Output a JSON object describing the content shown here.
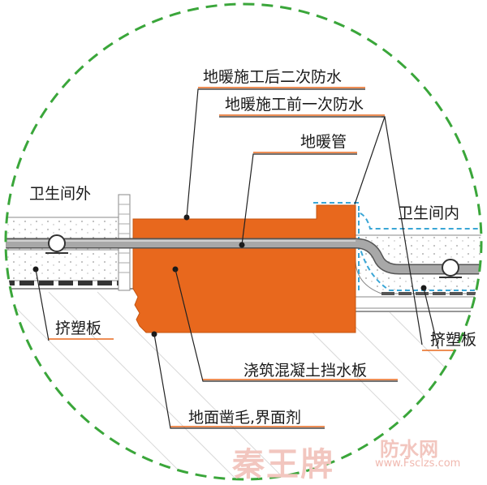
{
  "labels": {
    "waterproof_second": "地暖施工后二次防水",
    "waterproof_first": "地暖施工前一次防水",
    "heating_pipe": "地暖管",
    "outside_bathroom": "卫生间外",
    "inside_bathroom": "卫生间内",
    "xps_board_left": "挤塑板",
    "xps_board_right": "挤塑板",
    "concrete_dam": "浇筑混凝土挡水板",
    "floor_roughening": "地面凿毛,界面剂"
  },
  "watermark": {
    "brand": "秦王牌",
    "site_name": "防水网",
    "url": "www.Fsclzs.com"
  },
  "colors": {
    "circle": "#3aa63a",
    "concrete": "#e8681d",
    "pipe": "#8c8c8c",
    "waterproof_dashed": "#3aa6d6",
    "xps_dark": "#333333"
  }
}
